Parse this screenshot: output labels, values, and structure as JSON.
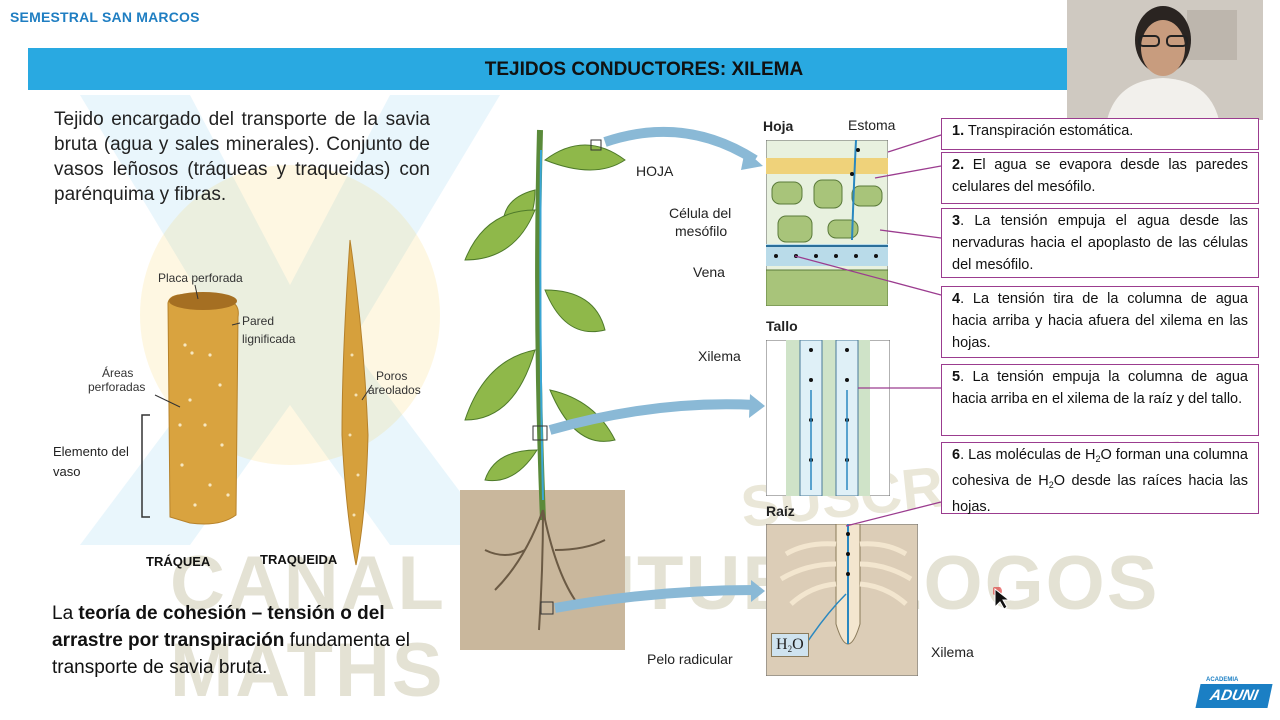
{
  "header": {
    "brand": "SEMESTRAL SAN MARCOS",
    "title": "TEJIDOS CONDUCTORES: XILEMA"
  },
  "intro": {
    "text": "Tejido encargado del transporte de la savia bruta (agua y sales minerales). Conjunto de vasos leñosos (tráqueas y traqueidas) con parénquima y fibras."
  },
  "vessel_figure": {
    "placa_perforada": "Placa perforada",
    "pared_line1": "Pared",
    "pared_line2": "lignificada",
    "areas_line1": "Áreas",
    "areas_line2": "perforadas",
    "elemento_line1": "Elemento del",
    "elemento_line2": "vaso",
    "poros_line1": "Poros",
    "poros_line2": "areolados",
    "traquea": "TRÁQUEA",
    "traqueida": "TRAQUEIDA"
  },
  "theory": {
    "prefix": "La ",
    "bold": "teoría de cohesión – tensión o del arrastre por transpiración",
    "suffix": " fundamenta el transporte de savia bruta."
  },
  "plant_figure": {
    "hoja_label": "HOJA",
    "hoja_panel": "Hoja",
    "estoma": "Estoma",
    "celula_line1": "Célula del",
    "celula_line2": "mesófilo",
    "vena": "Vena",
    "tallo_panel": "Tallo",
    "xilema_tallo": "Xilema",
    "raiz_panel": "Raíz",
    "pelo_radicular": "Pelo radicular",
    "h2o_h": "H",
    "h2o_sub": "2",
    "h2o_o": "O",
    "xilema_raiz": "Xilema"
  },
  "steps": [
    {
      "num": "1.",
      "text": " Transpiración estomática."
    },
    {
      "num": "2.",
      "text": " El agua se evapora desde las paredes celulares del mesófilo."
    },
    {
      "num": "3",
      "text": ". La tensión empuja el agua desde las nervaduras hacia el apoplasto de las células del mesófilo."
    },
    {
      "num": "4",
      "text": ". La tensión tira de la columna de agua  hacia arriba y hacia afuera del xilema  en las hojas."
    },
    {
      "num": "5",
      "text": ". La tensión empuja la columna de agua hacia arriba en el xilema de la raíz y del tallo."
    },
    {
      "num": "6",
      "t1": ". Las moléculas de H",
      "s1": "2",
      "t2": "O forman una columna cohesiva de H",
      "s2": "2",
      "t3": "O desde las raíces hacia las hojas."
    }
  ],
  "watermark": {
    "line1": "SUSCRÍBETE AL",
    "line2": "CANAL YOUTUBE LOGOS MATHS"
  },
  "logo": {
    "small": "ACADEMIA",
    "name": "ADUNI"
  },
  "colors": {
    "title_bar": "#29a9e1",
    "brand": "#1f7ec2",
    "step_border": "#9b3c8f",
    "logo": "#1b7fc4"
  }
}
